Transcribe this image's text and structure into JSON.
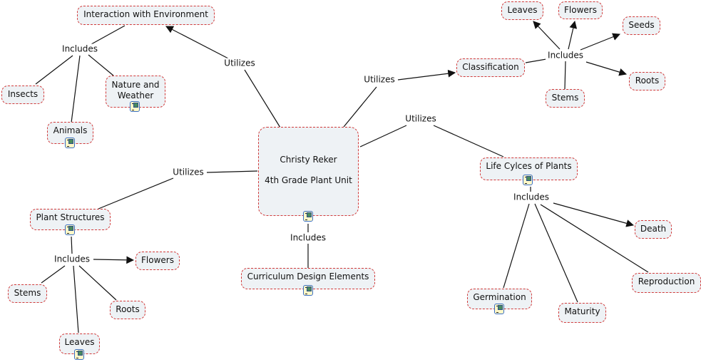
{
  "map": {
    "concepts": {
      "center_name": "Christy Reker",
      "center_title": "4th Grade Plant Unit",
      "interaction": "Interaction with Environment",
      "insects": "Insects",
      "nature_weather_1": "Nature and",
      "nature_weather_2": "Weather",
      "animals": "Animals",
      "classification": "Classification",
      "cls_leaves": "Leaves",
      "cls_flowers": "Flowers",
      "cls_seeds": "Seeds",
      "cls_roots": "Roots",
      "cls_stems": "Stems",
      "life_cycles": "Life Cylces of Plants",
      "death": "Death",
      "reproduction": "Reproduction",
      "germination": "Germination",
      "maturity": "Maturity",
      "plant_structures": "Plant Structures",
      "ps_flowers": "Flowers",
      "ps_stems": "Stems",
      "ps_roots": "Roots",
      "ps_leaves": "Leaves",
      "curriculum": "Curriculum Design Elements"
    },
    "linking_phrases": {
      "utilizes_interaction": "Utilizes",
      "utilizes_classification": "Utilizes",
      "utilizes_life": "Utilizes",
      "utilizes_structures": "Utilizes",
      "includes_interaction": "Includes",
      "includes_classification": "Includes",
      "includes_life": "Includes",
      "includes_structures": "Includes",
      "includes_curriculum": "Includes"
    },
    "resource_icon": "document-image-resource-icon",
    "colors": {
      "concept_fill": "#eef2f5",
      "concept_border": "#d13a3a",
      "link_line": "#111111",
      "resource_border": "#3a6fc4"
    }
  }
}
